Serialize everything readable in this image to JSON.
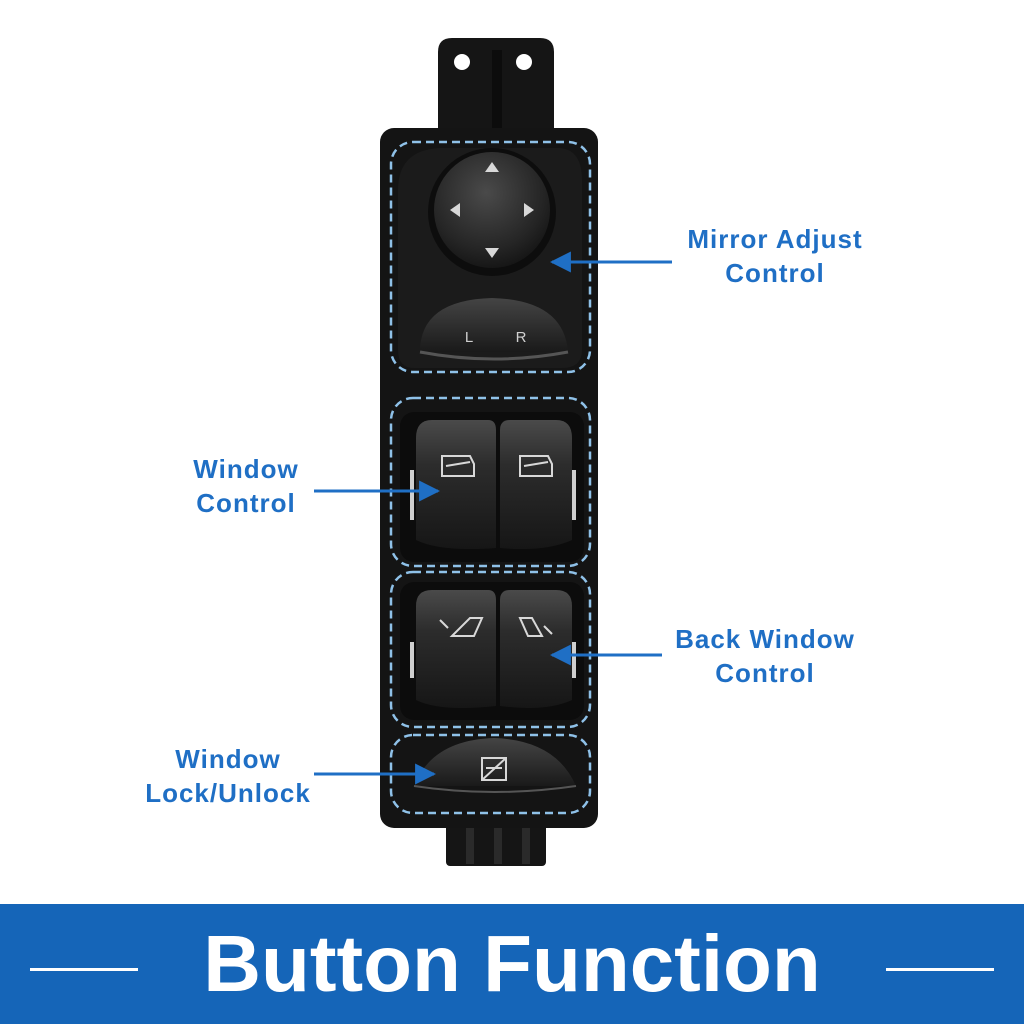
{
  "callouts": {
    "mirror": {
      "line1": "Mirror Adjust",
      "line2": "Control"
    },
    "window": {
      "line1": "Window",
      "line2": "Control"
    },
    "back_window": {
      "line1": "Back Window",
      "line2": "Control"
    },
    "lock": {
      "line1": "Window",
      "line2": "Lock/Unlock"
    }
  },
  "switch": {
    "left_label": "L",
    "right_label": "R"
  },
  "banner": {
    "title": "Button Function"
  },
  "colors": {
    "accent": "#1f6fc5",
    "banner": "#1565b8",
    "body": "#141414",
    "dashed": "#8fc1e8"
  }
}
